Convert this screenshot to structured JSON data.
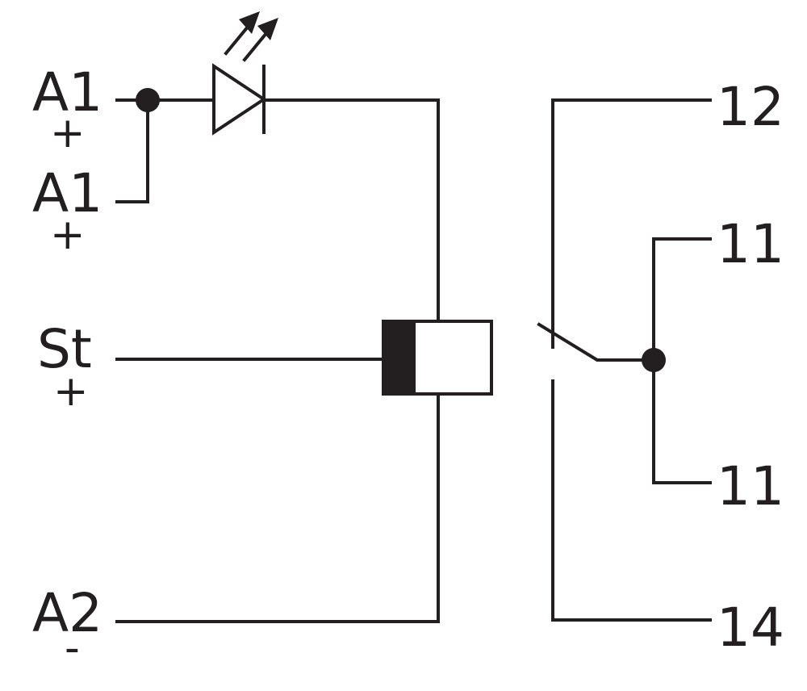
{
  "terminals": {
    "a1_top": {
      "label": "A1",
      "sign": "+"
    },
    "a1_bottom": {
      "label": "A1",
      "sign": "+"
    },
    "st": {
      "label": "St",
      "sign": "+"
    },
    "a2": {
      "label": "A2",
      "sign": "-"
    },
    "t12": {
      "label": "12"
    },
    "t11_top": {
      "label": "11"
    },
    "t11_bottom": {
      "label": "11"
    },
    "t14": {
      "label": "14"
    }
  },
  "colors": {
    "line": "#231f20",
    "background": "#ffffff"
  },
  "icons": {
    "indicator": "led-icon",
    "coil": "relay-coil-icon",
    "contact": "changeover-switch-icon"
  }
}
